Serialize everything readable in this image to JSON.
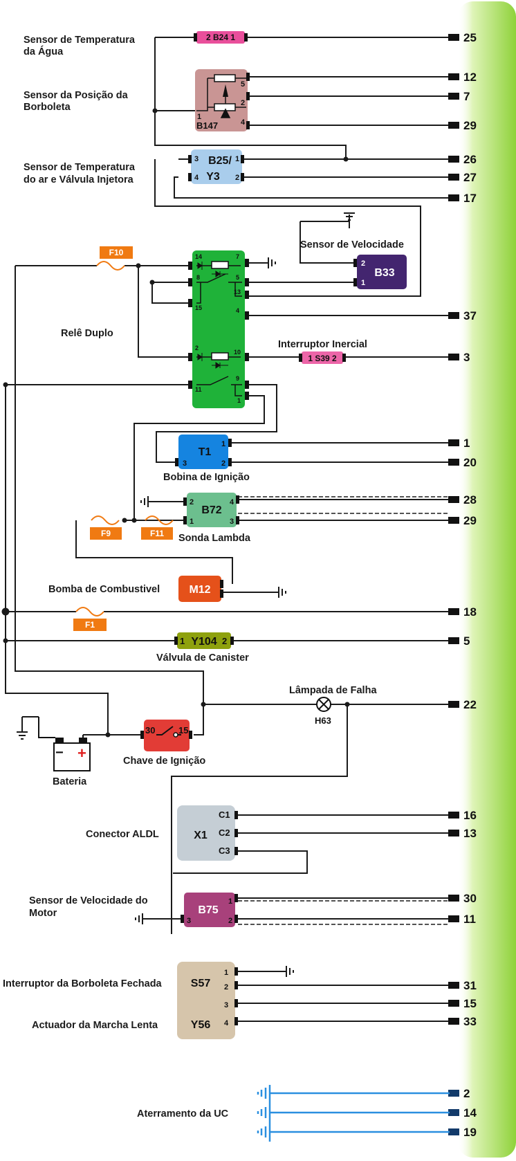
{
  "components": [
    {
      "id": "B24",
      "label": "2 B24 1",
      "name": "Sensor de Temperatura da Água",
      "name_lines": [
        "Sensor de Temperatura",
        "da Água"
      ],
      "color": "#e94f9b"
    },
    {
      "id": "B147",
      "label": "B147",
      "name": "Sensor da Posição da Borboleta",
      "name_lines": [
        "Sensor da Posição da",
        "Borboleta"
      ],
      "color": "#c99594",
      "pins": [
        "1",
        "5",
        "2",
        "4"
      ]
    },
    {
      "id": "B25",
      "label_lines": [
        "B25/",
        "Y3"
      ],
      "name": "Sensor de Temperatura do ar e Válvula Injetora",
      "name_lines": [
        "Sensor de Temperatura",
        "do ar e Válvula Injetora"
      ],
      "color": "#a9cdec",
      "pins": [
        "3",
        "4",
        "1",
        "2"
      ]
    },
    {
      "id": "B33",
      "label": "B33",
      "name": "Sensor de Velocidade",
      "color": "#43256f",
      "pins": [
        "2",
        "1"
      ]
    },
    {
      "id": "K",
      "name": "Relê Duplo",
      "color": "#1fb239",
      "pins": [
        "14",
        "7",
        "8",
        "5",
        "13",
        "15",
        "4",
        "2",
        "10",
        "11",
        "9",
        "1"
      ]
    },
    {
      "id": "S39",
      "label": "1 S39 2",
      "name": "Interruptor Inercial",
      "color": "#ec65a8"
    },
    {
      "id": "T1",
      "label": "T1",
      "name": "Bobina de Ignição",
      "color": "#1584e0",
      "pins": [
        "1",
        "3",
        "2"
      ]
    },
    {
      "id": "B72",
      "label": "B72",
      "name": "Sonda Lambda",
      "color": "#6cbf8e",
      "pins": [
        "2",
        "4",
        "1",
        "3"
      ]
    },
    {
      "id": "M12",
      "label": "M12",
      "name": "Bomba de Combustivel",
      "color": "#e5511a"
    },
    {
      "id": "Y104",
      "label_left": "1",
      "label": "Y104",
      "label_right": "2",
      "name": "Válvula de Canister",
      "color": "#8ea10e"
    },
    {
      "id": "H63",
      "label": "H63",
      "name": "Lâmpada de Falha"
    },
    {
      "id": "S",
      "name": "Chave de Ignição",
      "color": "#e23c36",
      "pins": [
        "30",
        "15"
      ]
    },
    {
      "id": "BAT",
      "name": "Bateria",
      "symbols": [
        "−",
        "+"
      ]
    },
    {
      "id": "X1",
      "label": "X1",
      "name": "Conector ALDL",
      "color": "#c5ced5",
      "pins": [
        "C1",
        "C2",
        "C3"
      ]
    },
    {
      "id": "B75",
      "label": "B75",
      "name": "Sensor de Velocidade do Motor",
      "name_lines": [
        "Sensor de Velocidade do",
        "Motor"
      ],
      "color": "#a8417b",
      "pins": [
        "1",
        "3",
        "2"
      ]
    },
    {
      "id": "S57",
      "label": "S57",
      "name": "Interruptor da Borboleta Fechada",
      "color": "#d6c5ab",
      "pins": [
        "1",
        "2",
        "3",
        "4"
      ]
    },
    {
      "id": "Y56",
      "label": "Y56",
      "name": "Actuador da Marcha Lenta"
    },
    {
      "id": "GND_UC",
      "name": "Aterramento da UC"
    }
  ],
  "fuses": [
    "F10",
    "F9",
    "F11",
    "F1"
  ],
  "ecu_pins": [
    "25",
    "12",
    "7",
    "29",
    "26",
    "27",
    "17",
    "37",
    "3",
    "1",
    "20",
    "28",
    "29",
    "18",
    "5",
    "22",
    "16",
    "13",
    "30",
    "11",
    "31",
    "15",
    "33",
    "2",
    "14",
    "19"
  ],
  "colors": {
    "ecu_bar": "#9ed84a",
    "wire": "#1a1a1a",
    "ground_wire": "#2a8fe0",
    "fuse": "#f07a12"
  }
}
